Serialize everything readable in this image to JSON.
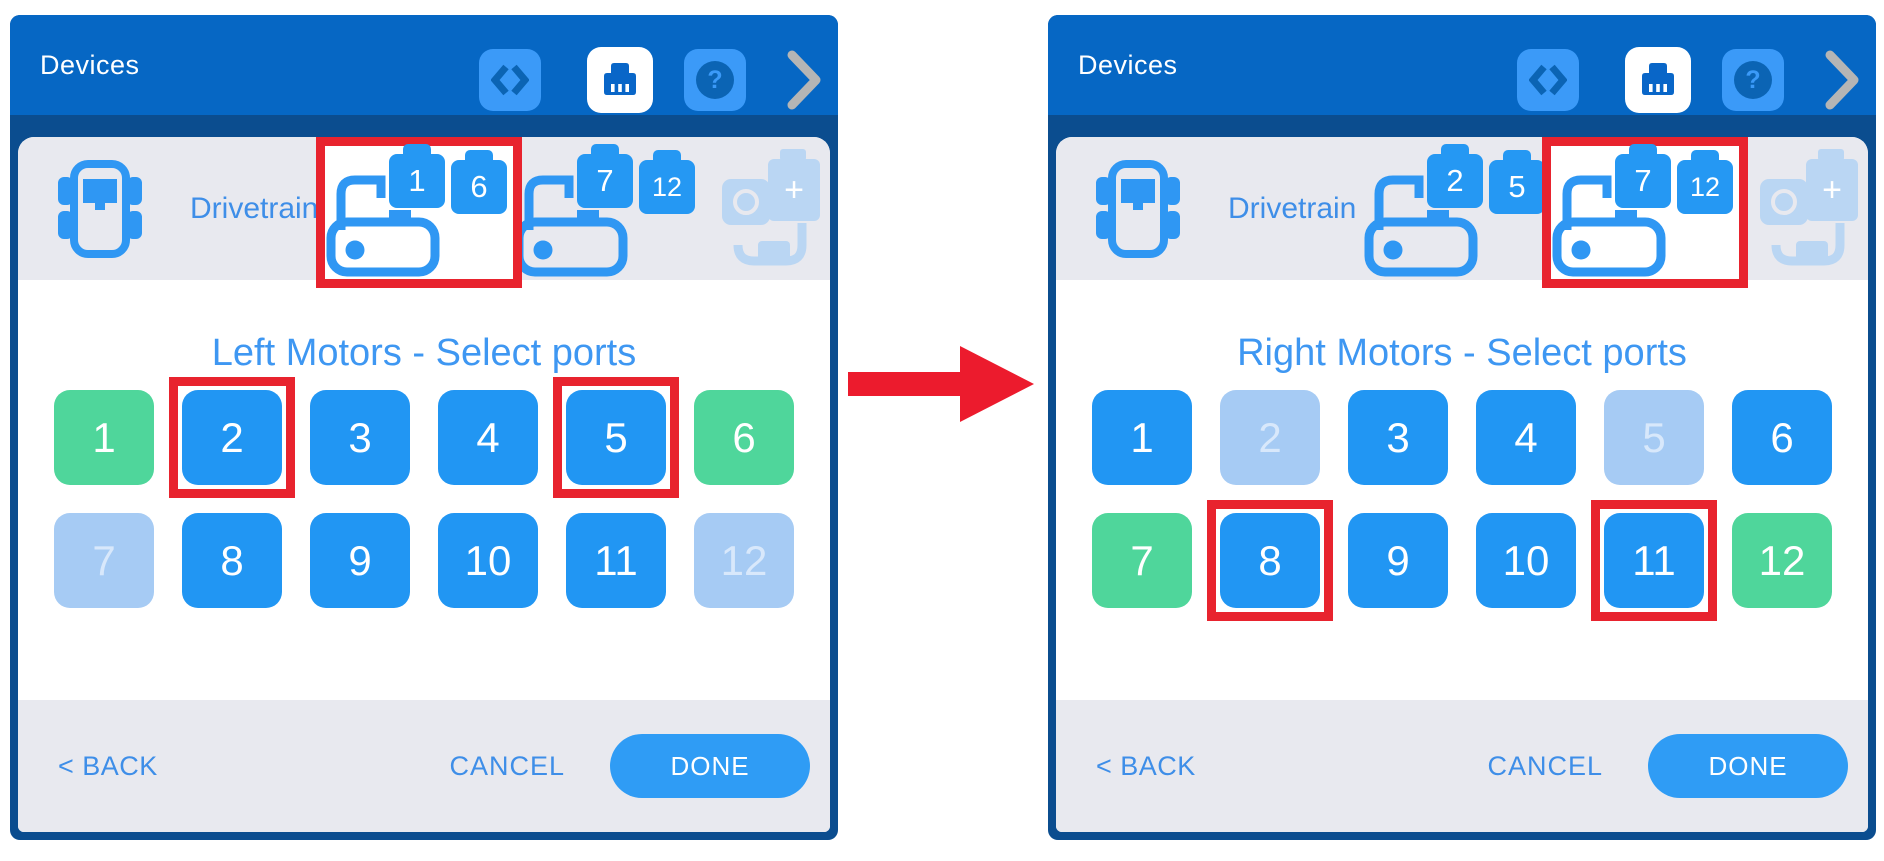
{
  "colors": {
    "header_blue": "#0667C4",
    "frame_navy": "#0B4D8F",
    "icon_bg_blue": "#3B9AF8",
    "icon_glyph_blue": "#0B64B4",
    "row_gray": "#E8E9EF",
    "accent_blue": "#2F97F3",
    "label_blue": "#3E8EE8",
    "title_blue": "#3E97F2",
    "port_blue": "#2196F3",
    "port_green": "#4FD69B",
    "port_light": "#A6CBF4",
    "annotation_red": "#E8232E",
    "done_blue": "#2F9CF5",
    "chevron_gray": "#B5B5B5",
    "faded_blue": "#BAD6F3",
    "arrow_red": "#EC1B2D"
  },
  "icons": {
    "code": "code-icon",
    "brain": "device-brain-icon",
    "help": "help-icon",
    "chevron": "chevron-right-icon",
    "help_glyph": "?",
    "add_glyph": "+"
  },
  "panels": [
    {
      "header": {
        "title": "Devices"
      },
      "device_row": {
        "drivetrain_label": "Drivetrain",
        "motor_groups": [
          {
            "ports": [
              "1",
              "6"
            ],
            "highlighted": true
          },
          {
            "ports": [
              "7",
              "12"
            ],
            "highlighted": false
          }
        ]
      },
      "title": "Left Motors - Select ports",
      "ports": [
        {
          "n": "1",
          "state": "green"
        },
        {
          "n": "2",
          "state": "blue",
          "boxed": true
        },
        {
          "n": "3",
          "state": "blue"
        },
        {
          "n": "4",
          "state": "blue"
        },
        {
          "n": "5",
          "state": "blue",
          "boxed": true
        },
        {
          "n": "6",
          "state": "green"
        },
        {
          "n": "7",
          "state": "light"
        },
        {
          "n": "8",
          "state": "blue"
        },
        {
          "n": "9",
          "state": "blue"
        },
        {
          "n": "10",
          "state": "blue"
        },
        {
          "n": "11",
          "state": "blue"
        },
        {
          "n": "12",
          "state": "light"
        }
      ],
      "footer": {
        "back": "< BACK",
        "cancel": "CANCEL",
        "done": "DONE"
      }
    },
    {
      "header": {
        "title": "Devices"
      },
      "device_row": {
        "drivetrain_label": "Drivetrain",
        "motor_groups": [
          {
            "ports": [
              "2",
              "5"
            ],
            "highlighted": false
          },
          {
            "ports": [
              "7",
              "12"
            ],
            "highlighted": true
          }
        ]
      },
      "title": "Right Motors - Select ports",
      "ports": [
        {
          "n": "1",
          "state": "blue"
        },
        {
          "n": "2",
          "state": "light"
        },
        {
          "n": "3",
          "state": "blue"
        },
        {
          "n": "4",
          "state": "blue"
        },
        {
          "n": "5",
          "state": "light"
        },
        {
          "n": "6",
          "state": "blue"
        },
        {
          "n": "7",
          "state": "green"
        },
        {
          "n": "8",
          "state": "blue",
          "boxed": true
        },
        {
          "n": "9",
          "state": "blue"
        },
        {
          "n": "10",
          "state": "blue"
        },
        {
          "n": "11",
          "state": "blue",
          "boxed": true
        },
        {
          "n": "12",
          "state": "green"
        }
      ],
      "footer": {
        "back": "< BACK",
        "cancel": "CANCEL",
        "done": "DONE"
      }
    }
  ]
}
